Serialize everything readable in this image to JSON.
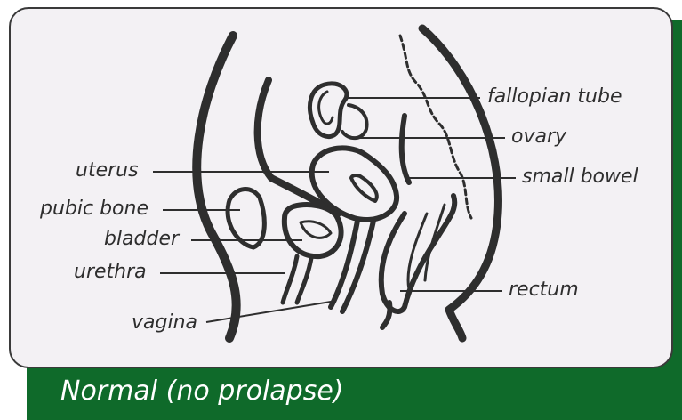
{
  "labels": {
    "fallopian_tube": "fallopian tube",
    "ovary": "ovary",
    "uterus": "uterus",
    "small_bowel": "small bowel",
    "pubic_bone": "pubic bone",
    "bladder": "bladder",
    "urethra": "urethra",
    "rectum": "rectum",
    "vagina": "vagina"
  },
  "caption": "Normal (no prolapse)",
  "colors": {
    "frame": "#0f6a2a",
    "panel": "#f3f1f4",
    "ink": "#2e2e2e",
    "caption_text": "#ffffff"
  }
}
